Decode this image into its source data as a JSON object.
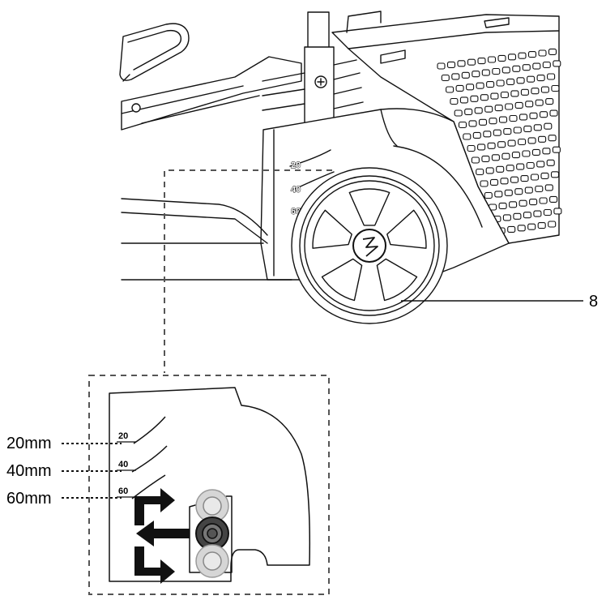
{
  "callouts": {
    "part_number": "8",
    "height_20": "20mm",
    "height_40": "40mm",
    "height_60": "60mm"
  },
  "body_marks": {
    "m20": "20",
    "m40": "40",
    "m60": "60"
  },
  "detail_marks": {
    "m20": "20",
    "m40": "40",
    "m60": "60"
  }
}
